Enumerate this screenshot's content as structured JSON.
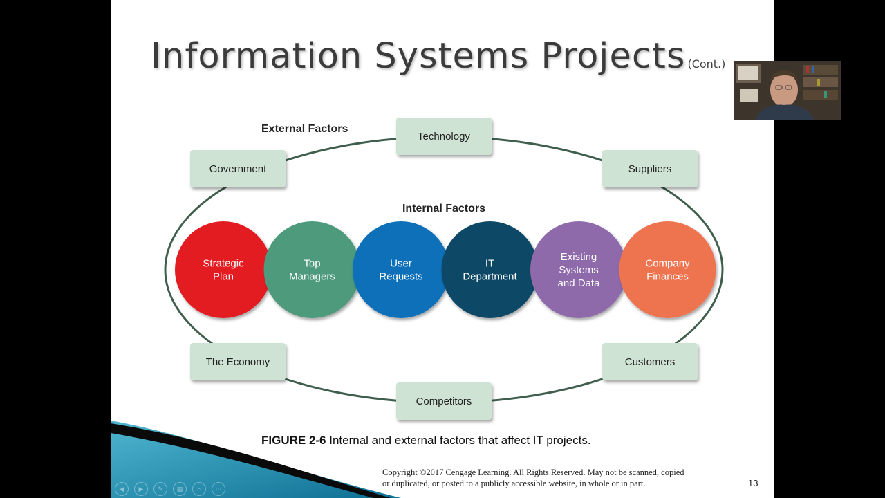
{
  "slide": {
    "title": "Information Systems Projects",
    "title_suffix": "(Cont.)",
    "page_number": "13"
  },
  "diagram": {
    "external_heading": "External Factors",
    "internal_heading": "Internal Factors",
    "external_factors": [
      "Technology",
      "Government",
      "Suppliers",
      "The Economy",
      "Customers",
      "Competitors"
    ],
    "internal_factors": [
      {
        "lines": [
          "Strategic",
          "Plan"
        ],
        "color": "#e31c24"
      },
      {
        "lines": [
          "Top",
          "Managers"
        ],
        "color": "#4e9a7c"
      },
      {
        "lines": [
          "User",
          "Requests"
        ],
        "color": "#0a6fb8"
      },
      {
        "lines": [
          "IT",
          "Department"
        ],
        "color": "#0b4a66"
      },
      {
        "lines": [
          "Existing",
          "Systems",
          "and Data"
        ],
        "color": "#8e6aab"
      },
      {
        "lines": [
          "Company",
          "Finances"
        ],
        "color": "#ee7350"
      }
    ]
  },
  "caption": {
    "label": "FIGURE 2-6",
    "text": " Internal and external factors that affect IT projects."
  },
  "copyright": {
    "line1": "Copyright ©2017 Cengage Learning. All Rights Reserved. May not be scanned, copied",
    "line2": "or duplicated, or posted to a publicly accessible website, in whole or in part."
  },
  "colors": {
    "box_fill": "#cfe3d5",
    "ellipse_stroke": "#3f5f4c",
    "swoosh_teal": "#1b8fb0"
  },
  "controls": [
    "prev-icon",
    "next-icon",
    "pen-icon",
    "slides-icon",
    "zoom-icon",
    "more-icon"
  ]
}
